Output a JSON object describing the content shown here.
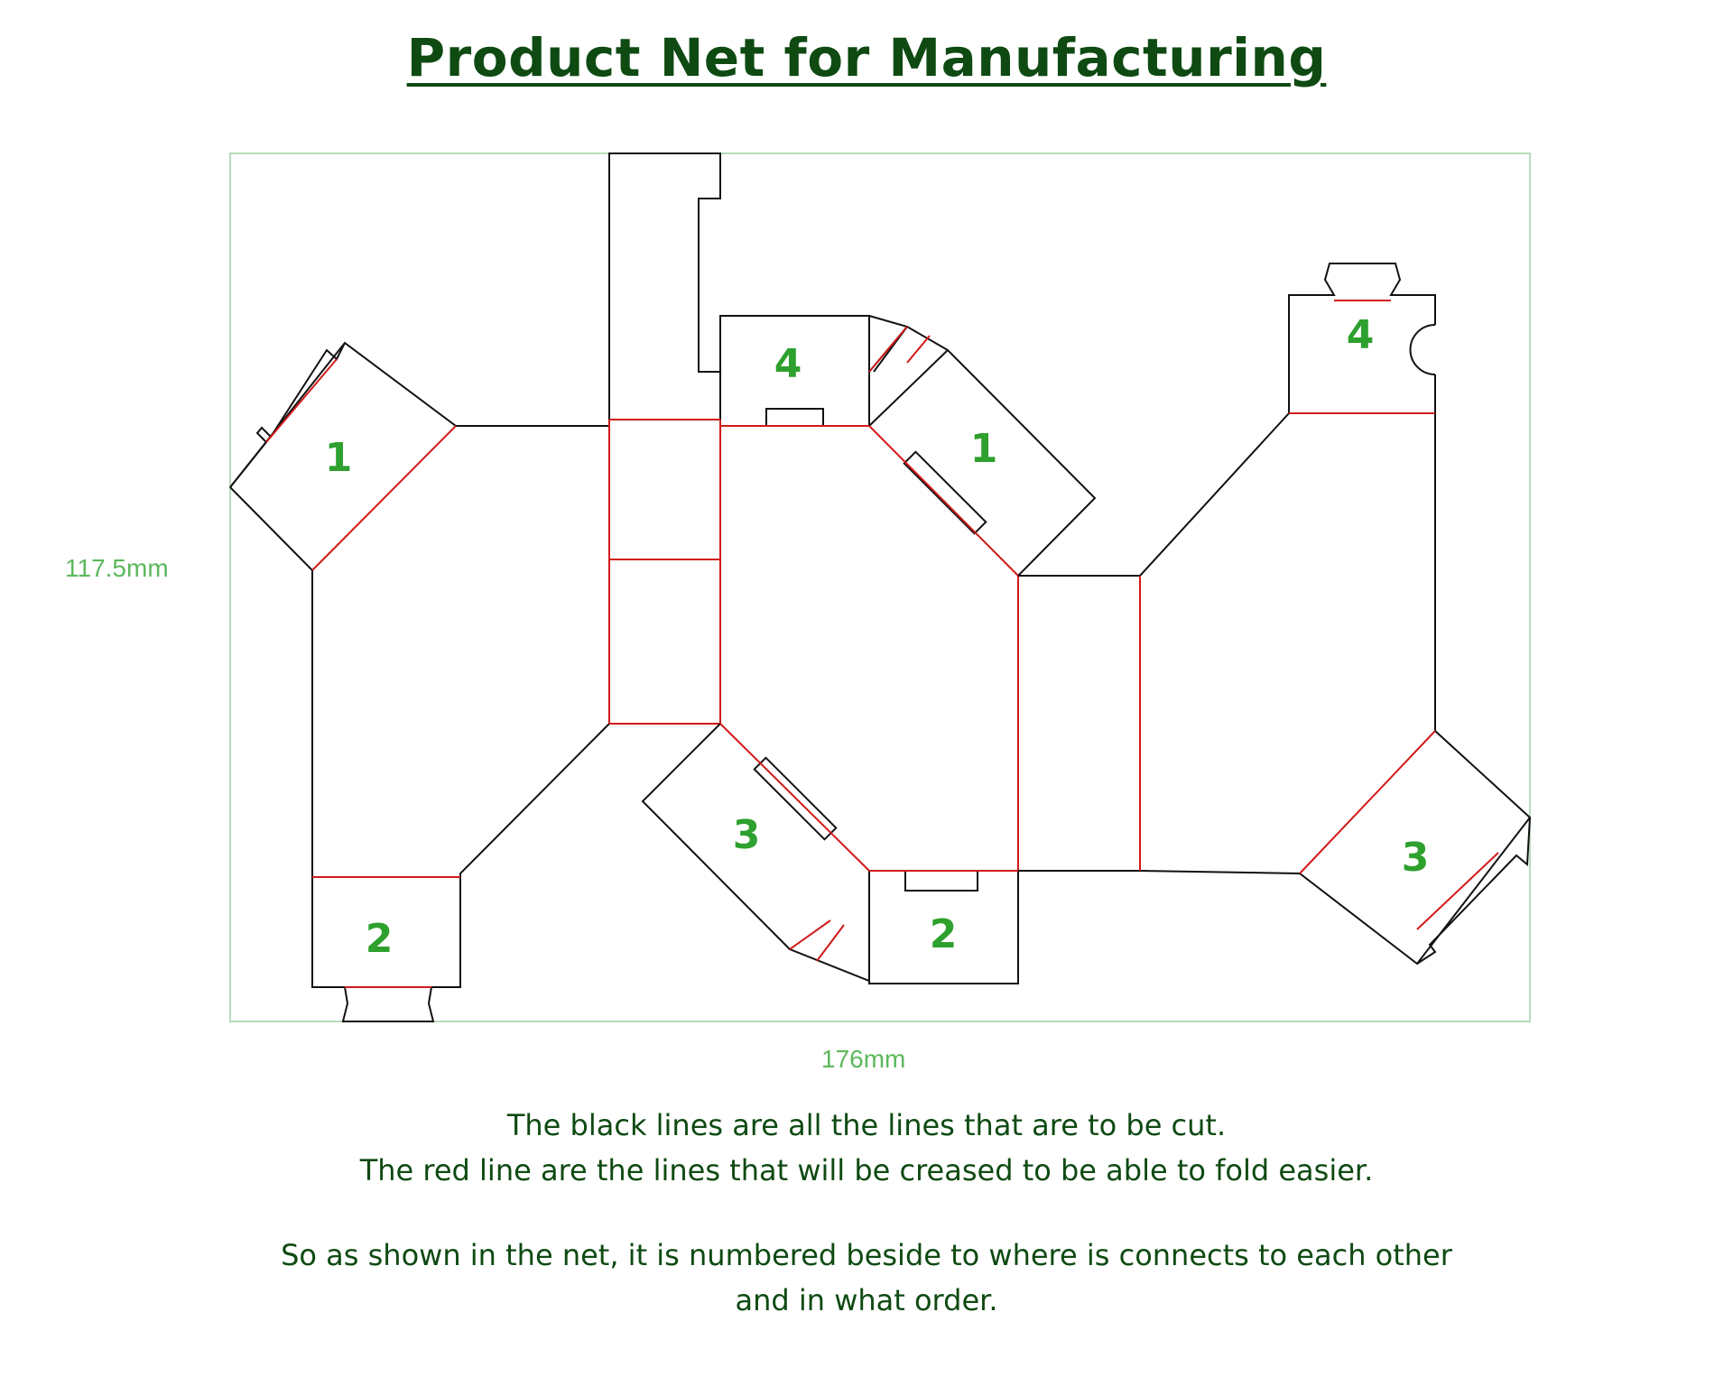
{
  "title": "Product Net for Manufacturing",
  "dimensions": {
    "height": "117.5mm",
    "width": "176mm"
  },
  "panel_numbers": {
    "left_1": "1",
    "left_2": "2",
    "middle_4": "4",
    "middle_1": "1",
    "middle_3": "3",
    "middle_2": "2",
    "right_4": "4",
    "right_3": "3"
  },
  "notes": {
    "line1": "The black lines are all the lines that are to be cut.",
    "line2": "The red line are the lines that will be creased to be able to fold easier.",
    "line3": "So as shown in the net, it is numbered beside to where is connects to each other",
    "line4": "and in what order."
  },
  "colors": {
    "cut_line": "#111111",
    "fold_line": "#d11a1a",
    "number": "#2ea02e",
    "title": "#0e4a12",
    "dimension": "#5cb85c"
  }
}
